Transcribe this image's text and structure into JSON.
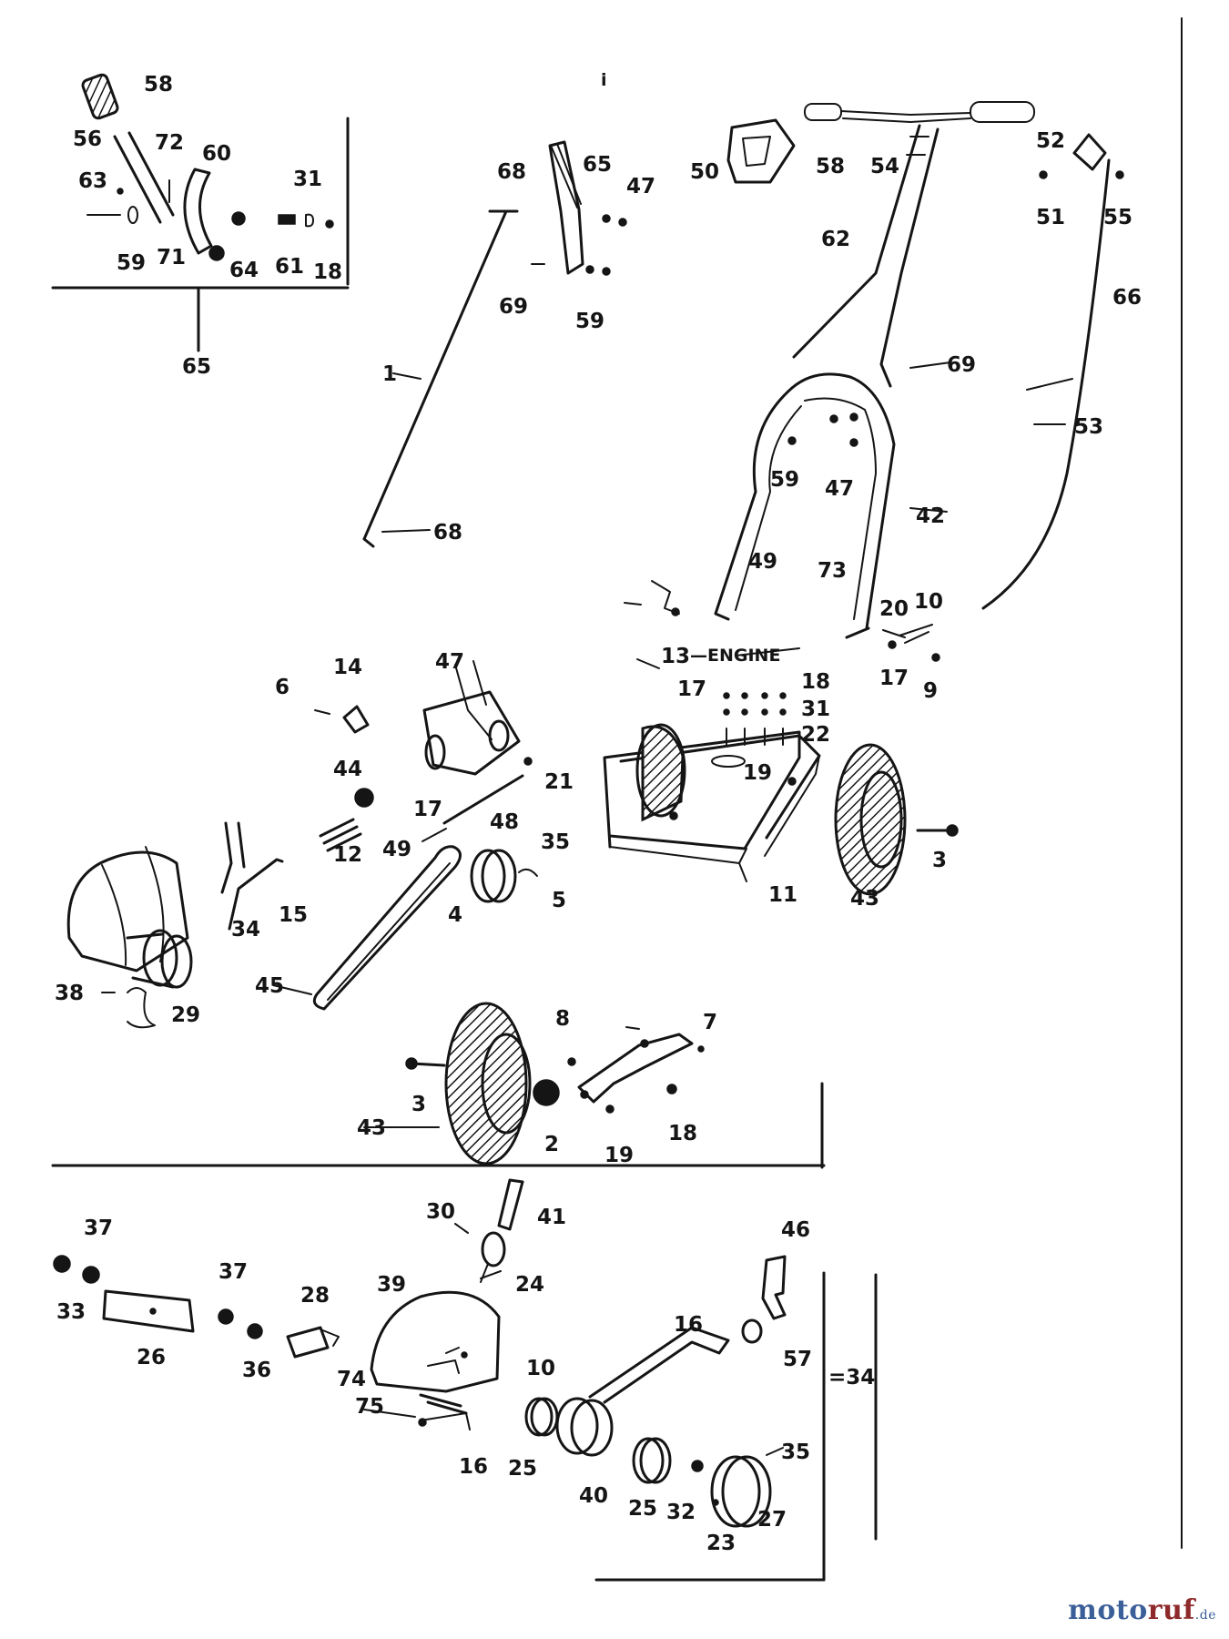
{
  "labels": {
    "p58a": "58",
    "p56": "56",
    "p72": "72",
    "p60": "60",
    "p63": "63",
    "p31a": "31",
    "p59a": "59",
    "p71": "71",
    "p64": "64",
    "p61": "61",
    "p18a": "18",
    "p65": "65",
    "p68a": "68",
    "p65b": "65",
    "p47a": "47",
    "p69a": "69",
    "p59b": "59",
    "p1": "1",
    "p68b": "68",
    "p50": "50",
    "p58b": "58",
    "p54": "54",
    "p62": "62",
    "p52": "52",
    "p51": "51",
    "p55": "55",
    "p66": "66",
    "p69b": "69",
    "p53": "53",
    "p59c": "59",
    "p47b": "47",
    "p42": "42",
    "p49a": "49",
    "p73": "73",
    "p20": "20",
    "p10a": "10",
    "p17a": "17",
    "p9": "9",
    "p13": "13",
    "engine": "—ENGINE",
    "p17b": "17",
    "p18b": "18",
    "p31b": "31",
    "p22": "22",
    "p19a": "19",
    "p3a": "3",
    "p11": "11",
    "p43a": "43",
    "p14": "14",
    "p6": "6",
    "p47c": "47",
    "p44": "44",
    "p21": "21",
    "p12": "12",
    "p17c": "17",
    "p48": "48",
    "p35a": "35",
    "p49b": "49",
    "p5": "5",
    "p4": "4",
    "p34a": "34",
    "p15": "15",
    "p45": "45",
    "p38": "38",
    "p29": "29",
    "p8": "8",
    "p7": "7",
    "p3b": "3",
    "p2": "2",
    "p19b": "19",
    "p18c": "18",
    "p43b": "43",
    "p37a": "37",
    "p33": "33",
    "p26": "26",
    "p37b": "37",
    "p36": "36",
    "p28": "28",
    "p30": "30",
    "p41": "41",
    "p24": "24",
    "p39": "39",
    "p10b": "10",
    "p74": "74",
    "p75": "75",
    "p16a": "16",
    "p25a": "25",
    "p46": "46",
    "p16b": "16",
    "p57": "57",
    "p34b": "=34",
    "p35b": "35",
    "p40": "40",
    "p25b": "25",
    "p32": "32",
    "p27": "27",
    "p23": "23",
    "mark_i": "i"
  },
  "brand": {
    "part1": "moto",
    "part2": "ruf",
    "part3": ".de"
  },
  "colors": {
    "ink": "#151515",
    "brand_blue": "#3b5f98",
    "brand_red": "#8e2a2a"
  }
}
